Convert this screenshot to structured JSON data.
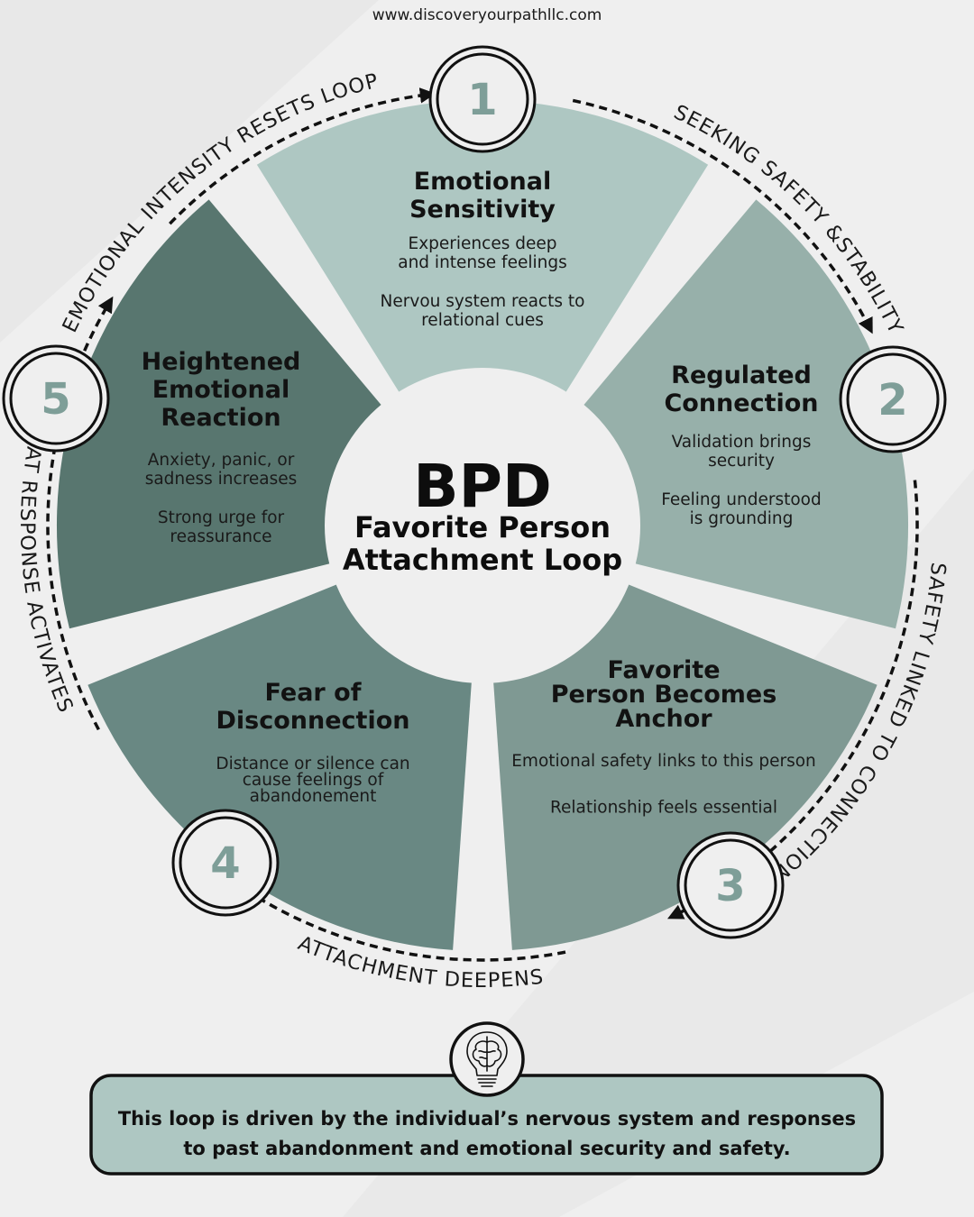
{
  "website": "www.discoveryourpathllc.com",
  "center": {
    "acronym": "BPD",
    "subtitle_lines": [
      "Favorite Person",
      "Attachment Loop"
    ]
  },
  "stages": [
    {
      "number": "1",
      "title_lines": [
        "Emotional",
        "Sensitivity"
      ],
      "body_lines": [
        "Experiences deep",
        "and intense feelings",
        "",
        "Nervou system reacts to",
        "relational cues"
      ],
      "color": "#aec7c2"
    },
    {
      "number": "2",
      "title_lines": [
        "Regulated",
        "Connection"
      ],
      "body_lines": [
        "Validation brings",
        "security",
        "",
        "Feeling understood",
        "is grounding"
      ],
      "color": "#97b0aa"
    },
    {
      "number": "3",
      "title_lines": [
        "Favorite",
        "Person Becomes",
        "Anchor"
      ],
      "body_lines": [
        "Emotional safety links to this person",
        "",
        "Relationship feels essential"
      ],
      "color": "#7f9993"
    },
    {
      "number": "4",
      "title_lines": [
        "Fear of",
        "Disconnection"
      ],
      "body_lines": [
        "Distance or silence can",
        "cause feelings of",
        "abandonement"
      ],
      "color": "#698883"
    },
    {
      "number": "5",
      "title_lines": [
        "Heightened",
        "Emotional",
        "Reaction"
      ],
      "body_lines": [
        "Anxiety, panic, or",
        "sadness increases",
        "",
        "Strong urge for",
        "reassurance"
      ],
      "color": "#58766f"
    }
  ],
  "transitions": [
    "SEEKING SAFETY &STABILITY",
    "SAFETY LINKED TO CONNECTION",
    "ATTACHMENT DEEPENS",
    "THREAT RESPONSE ACTIVATES",
    "EMOTIONAL INTENSITY RESETS LOOP"
  ],
  "note": {
    "icon": "lightbulb-brain-icon",
    "lines": [
      "This loop is driven by the individual’s nervous system and responses",
      "to past abandonment and emotional security and safety."
    ]
  },
  "colors": {
    "background": "#efefef",
    "center_disc": "#efefef",
    "number_text": "#7e9e98",
    "note_fill": "#aec7c2",
    "outline": "#111111"
  }
}
